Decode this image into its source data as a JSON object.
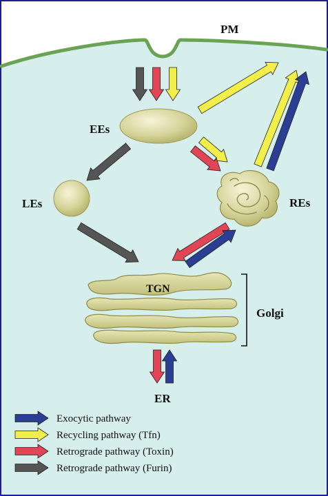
{
  "labels": {
    "pm": "PM",
    "ees": "EEs",
    "les": "LEs",
    "res": "REs",
    "tgn": "TGN",
    "golgi": "Golgi",
    "er": "ER"
  },
  "legend": [
    {
      "label": "Exocytic pathway",
      "color": "#2a3f93",
      "icon": "blue-arrow-icon"
    },
    {
      "label": "Recycling pathway (Tfn)",
      "color": "#f2ef4a",
      "icon": "yellow-arrow-icon"
    },
    {
      "label": "Retrograde pathway (Toxin)",
      "color": "#e24555",
      "icon": "red-arrow-icon"
    },
    {
      "label": "Retrograde pathway (Furin)",
      "color": "#555555",
      "icon": "gray-arrow-icon"
    }
  ],
  "colors": {
    "cytoplasm": "#d6eeec",
    "membrane": "#6aa354",
    "organelle": "#d8d79a",
    "border": "#1e1f8c"
  }
}
